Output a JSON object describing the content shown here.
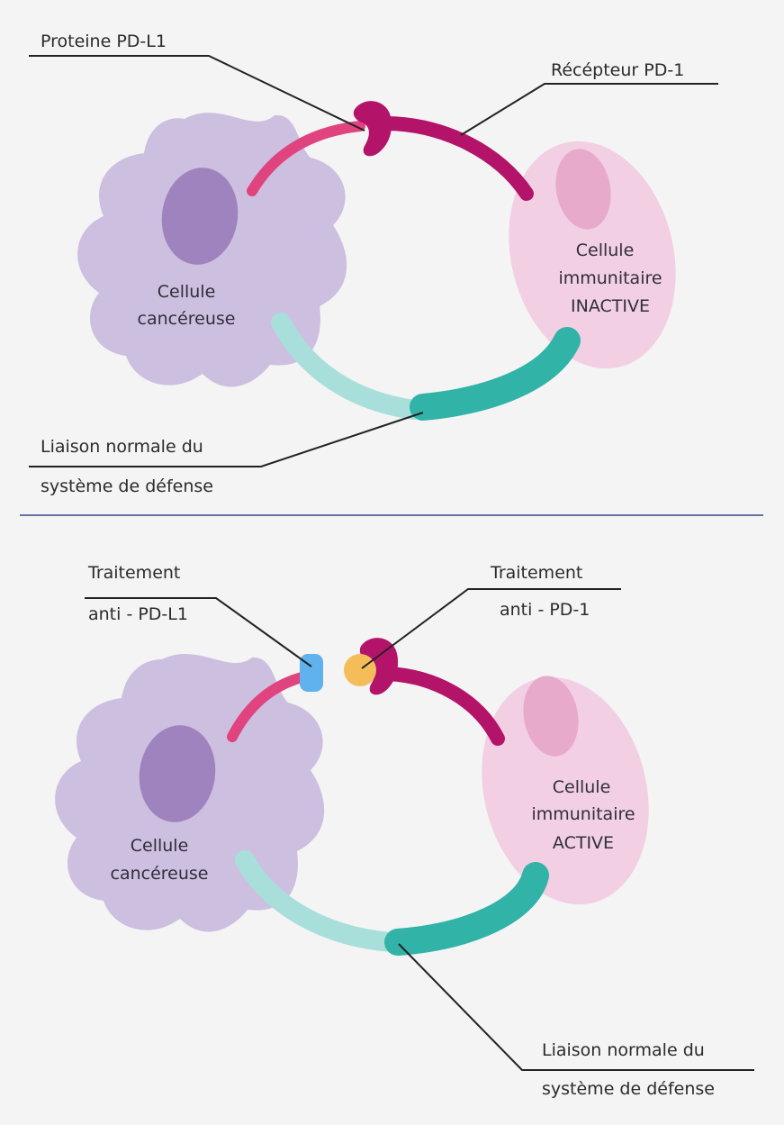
{
  "top_panel": {
    "pdl1_label": "Proteine PD-L1",
    "pd1_label": "Récépteur PD-1",
    "cancer_cell_label": [
      "Cellule",
      "cancéreuse"
    ],
    "immune_cell_label": [
      "Cellule",
      "immunitaire",
      "INACTIVE"
    ],
    "normal_link_label": [
      "Liaison normale du",
      "système de défense"
    ]
  },
  "bottom_panel": {
    "anti_pdl1_label": [
      "Traitement",
      "anti - PD-L1"
    ],
    "anti_pd1_label": [
      "Traitement",
      "anti - PD-1"
    ],
    "cancer_cell_label": [
      "Cellule",
      "cancéreuse"
    ],
    "immune_cell_label": [
      "Cellule",
      "immunitaire",
      "ACTIVE"
    ],
    "normal_link_label": [
      "Liaison normale du",
      "système de défense"
    ]
  },
  "colors": {
    "background": "#f4f4f4",
    "cancer_cell": "#cdbfdf",
    "cancer_nucleus": "#9f83bf",
    "immune_cell": "#f2cfe3",
    "immune_nucleus": "#e7aacb",
    "pdl1": "#e0447f",
    "pd1": "#b3146a",
    "link_light": "#a9dfda",
    "link_dark": "#31b3a8",
    "anti_pdl1": "#5fb2ee",
    "anti_pd1": "#f4bd5a",
    "divider": "#6c6fa3"
  }
}
